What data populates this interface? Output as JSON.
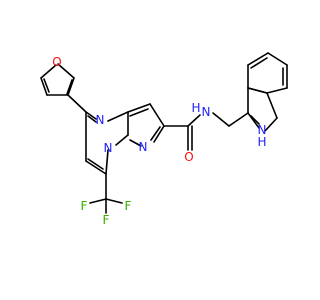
{
  "molecule": {
    "atom_labels": {
      "furan_oxygen": "O",
      "pyrimidine_n4": "N",
      "pyrazole_n1": "N",
      "pyrazole_n2": "N",
      "carbonyl_oxygen": "O",
      "amide_nh": "N",
      "amide_h": "H",
      "indole_nh": "N",
      "indole_h": "H",
      "fluorine_1": "F",
      "fluorine_2": "F",
      "fluorine_3": "F"
    },
    "colors": {
      "carbon_bond": "#000000",
      "nitrogen": "#1f1fff",
      "oxygen": "#ff0d0d",
      "fluorine": "#38b000"
    }
  }
}
